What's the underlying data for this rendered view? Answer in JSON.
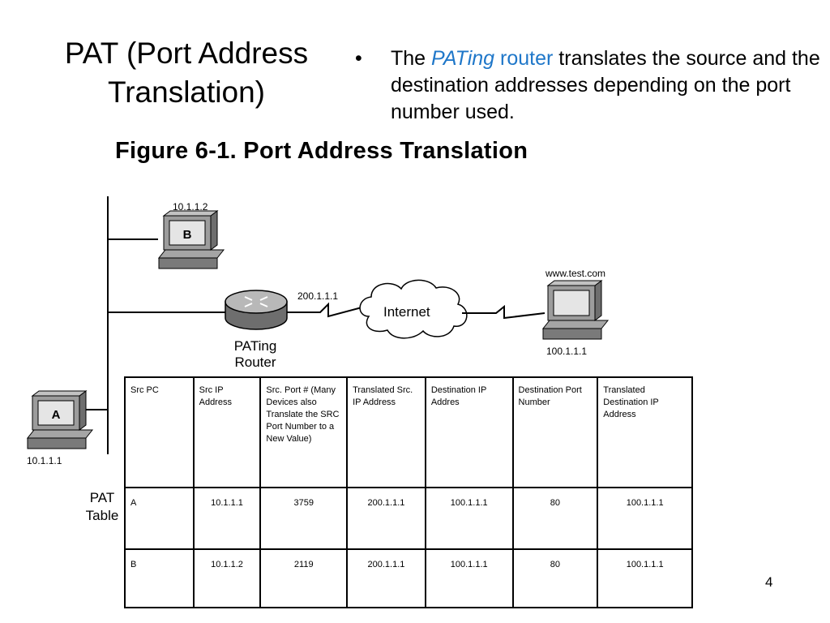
{
  "slide": {
    "title_line1": "PAT (Port Address",
    "title_line2": "Translation)",
    "bullet_marker": "•",
    "bullet_the": "The ",
    "bullet_pating": "PATing",
    "bullet_router": " router",
    "bullet_rest": " translates the source and the destination addresses depending on the port number used.",
    "page_number": "4"
  },
  "figure": {
    "caption": "Figure 6-1. Port Address Translation",
    "pc_b_ip": "10.1.1.2",
    "pc_b_letter": "B",
    "pc_a_ip": "10.1.1.1",
    "pc_a_letter": "A",
    "router_ip": "200.1.1.1",
    "router_label_1": "PATing",
    "router_label_2": "Router",
    "cloud_label": "Internet",
    "server_name": "www.test.com",
    "server_ip": "100.1.1.1",
    "pat_label_1": "PAT",
    "pat_label_2": "Table"
  },
  "table": {
    "headers": [
      "Src PC",
      "Src IP Address",
      "Src. Port # (Many Devices also Translate the SRC Port Number to a New Value)",
      "Translated Src. IP Address",
      "Destination IP Addres",
      "Destination Port Number",
      "Translated Destination IP Address"
    ],
    "rows": [
      [
        "A",
        "10.1.1.1",
        "3759",
        "200.1.1.1",
        "100.1.1.1",
        "80",
        "100.1.1.1"
      ],
      [
        "B",
        "10.1.1.2",
        "2119",
        "200.1.1.1",
        "100.1.1.1",
        "80",
        "100.1.1.1"
      ]
    ]
  }
}
